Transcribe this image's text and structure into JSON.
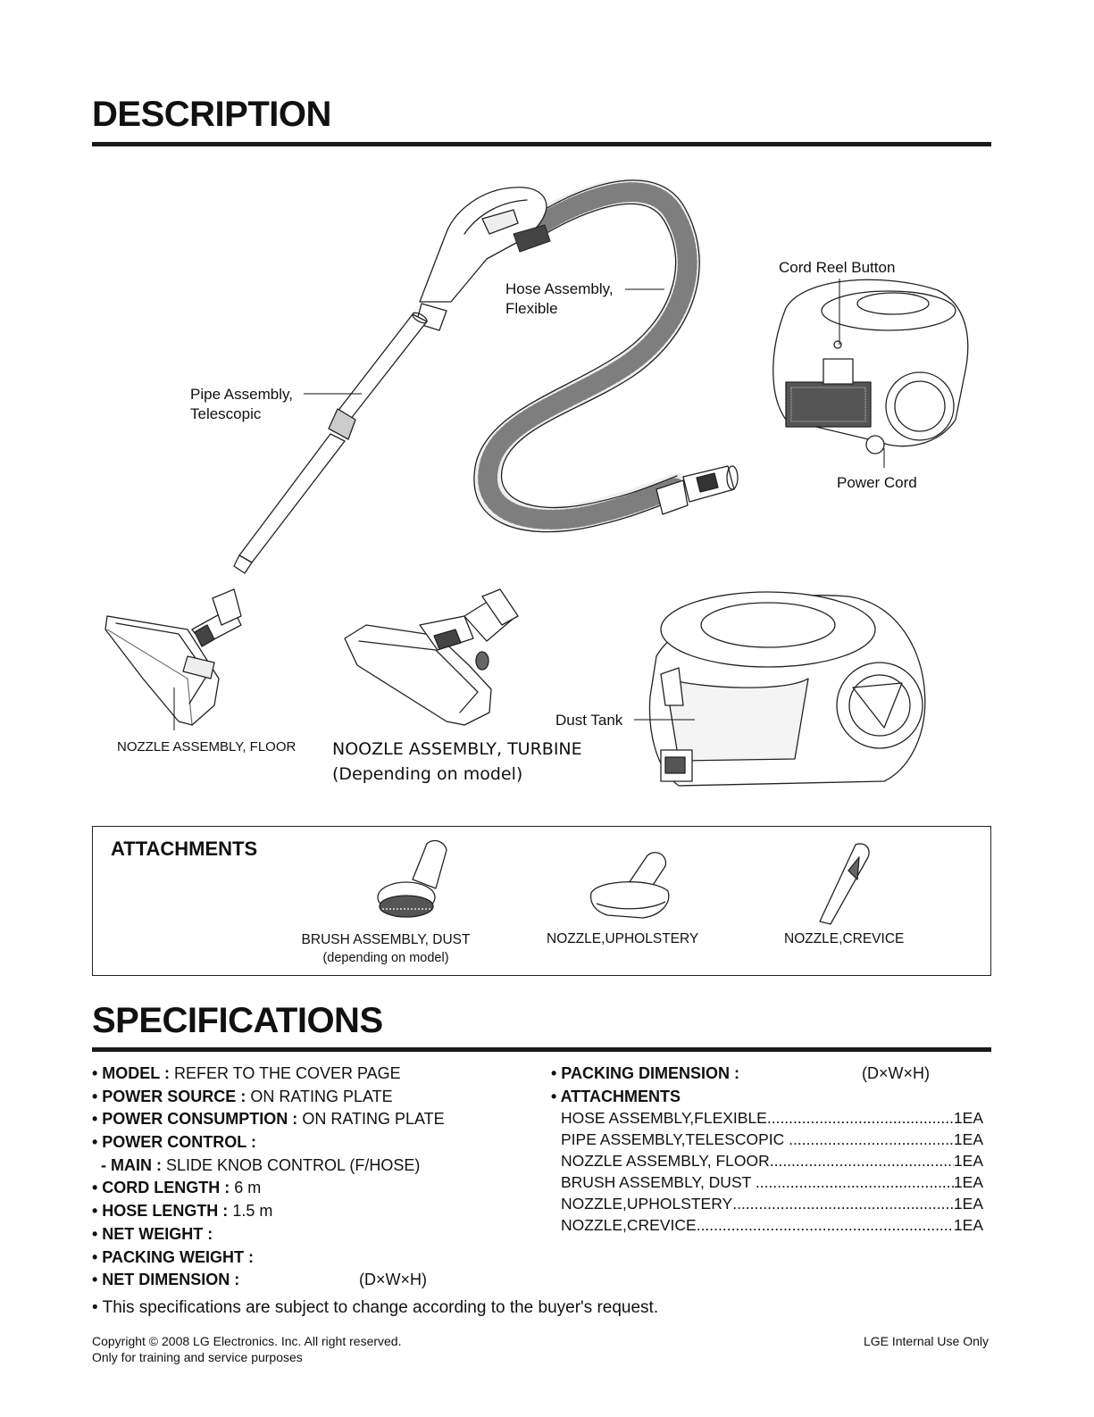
{
  "description": {
    "title": "DESCRIPTION",
    "labels": {
      "hose": [
        "Hose Assembly,",
        "Flexible"
      ],
      "pipe": [
        "Pipe Assembly,",
        "Telescopic"
      ],
      "cord_reel": "Cord Reel Button",
      "power_cord": "Power Cord",
      "dust_tank": "Dust Tank",
      "nozzle_floor": "NOZZLE ASSEMBLY, FLOOR",
      "nozzle_turbine": [
        "NOOZLE ASSEMBLY, TURBINE",
        "(Depending on model)"
      ]
    }
  },
  "attachments_box": {
    "title": "ATTACHMENTS",
    "items": [
      {
        "label": "BRUSH ASSEMBLY, DUST",
        "note": "(depending on model)"
      },
      {
        "label": "NOZZLE,UPHOLSTERY",
        "note": ""
      },
      {
        "label": "NOZZLE,CREVICE",
        "note": ""
      }
    ]
  },
  "specifications": {
    "title": "SPECIFICATIONS",
    "left": [
      {
        "key": "• MODEL :",
        "value": " REFER TO THE COVER PAGE"
      },
      {
        "key": "• POWER SOURCE :",
        "value": " ON RATING PLATE"
      },
      {
        "key": "• POWER CONSUMPTION :",
        "value": " ON RATING PLATE"
      },
      {
        "key": "• POWER CONTROL :",
        "value": ""
      },
      {
        "key": "  - MAIN :",
        "value": " SLIDE KNOB CONTROL (F/HOSE)"
      },
      {
        "key": "• CORD LENGTH :",
        "value": " 6 m"
      },
      {
        "key": "• HOSE LENGTH :",
        "value": " 1.5 m"
      },
      {
        "key": "• NET WEIGHT :",
        "value": ""
      },
      {
        "key": "• PACKING WEIGHT :",
        "value": ""
      },
      {
        "key": "• NET DIMENSION :",
        "value": ""
      }
    ],
    "net_dimension_unit": "(D×W×H)",
    "packing_dimension": {
      "key": "• PACKING DIMENSION :",
      "unit": "(D×W×H)"
    },
    "attachments_heading": "• ATTACHMENTS",
    "attachments": [
      {
        "name": "HOSE ASSEMBLY,FLEXIBLE",
        "qty": "1EA"
      },
      {
        "name": "PIPE ASSEMBLY,TELESCOPIC ",
        "qty": "1EA"
      },
      {
        "name": "NOZZLE ASSEMBLY, FLOOR",
        "qty": "1EA"
      },
      {
        "name": "BRUSH ASSEMBLY, DUST ",
        "qty": "1EA"
      },
      {
        "name": "NOZZLE,UPHOLSTERY",
        "qty": "1EA"
      },
      {
        "name": "NOZZLE,CREVICE",
        "qty": "1EA"
      }
    ],
    "note": "• This specifications are subject to change according to the buyer's request."
  },
  "footer": {
    "copyright": "Copyright © 2008 LG Electronics. Inc. All right reserved.",
    "purpose": "Only for training and service purposes",
    "internal": "LGE Internal Use Only"
  }
}
